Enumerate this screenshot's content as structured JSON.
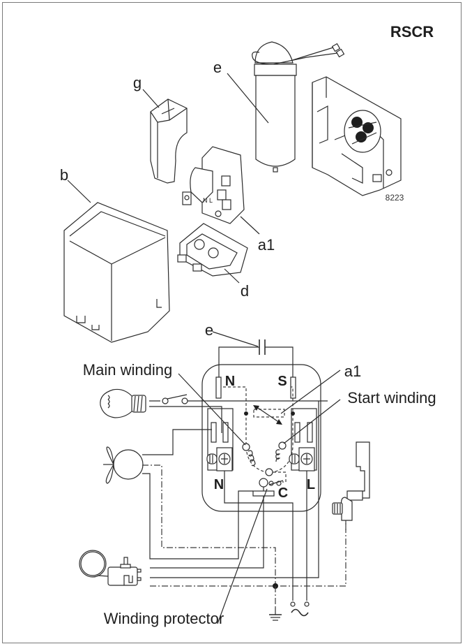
{
  "title": "RSCR",
  "figure_number": "8223",
  "exploded_view": {
    "labels": {
      "g": "g",
      "e": "e",
      "b": "b",
      "a1": "a1",
      "d": "d"
    },
    "relay_terminal_marks": "N L"
  },
  "wiring_diagram": {
    "capacitor_label": "e",
    "relay_label": "a1",
    "main_winding": "Main winding",
    "start_winding": "Start winding",
    "winding_protector": "Winding protector",
    "terminals": {
      "top_left": "N",
      "top_right": "S",
      "bottom_left": "N",
      "bottom_right": "L",
      "common": "C"
    },
    "symbols": {
      "ground": "⏚",
      "ac_supply": "~"
    },
    "components": [
      "lamp-icon",
      "door-switch-icon",
      "fan-motor-icon",
      "thermostat-icon",
      "connector-icon"
    ]
  },
  "colors": {
    "line": "#2b2b2b",
    "frame": "#7a7a7a",
    "background": "#ffffff"
  }
}
